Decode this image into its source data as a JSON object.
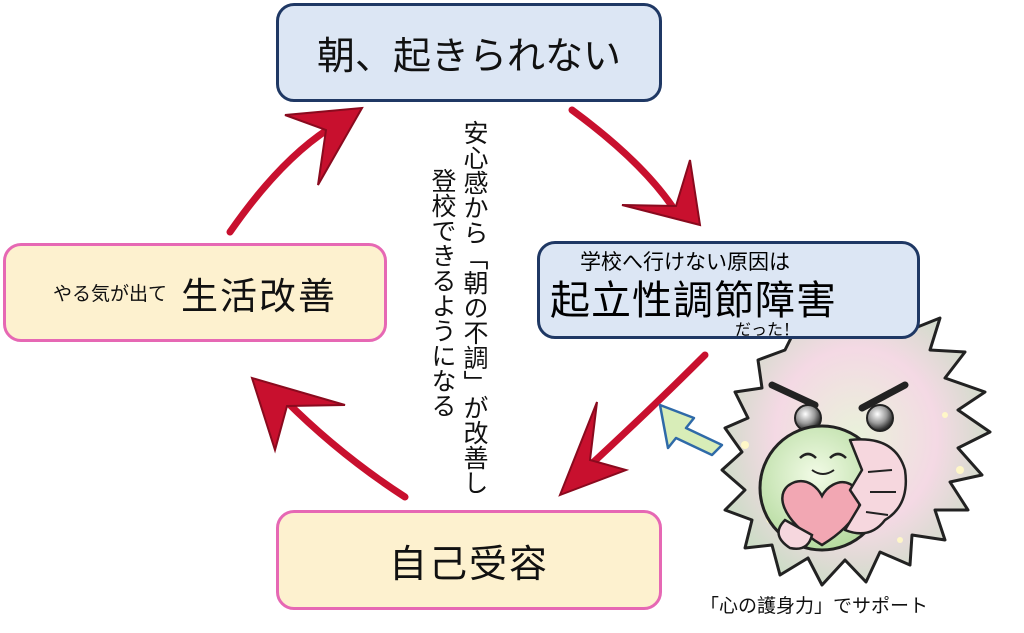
{
  "boxes": {
    "top": "朝、起きられない",
    "left_small": "やる気が出て",
    "left_big": "生活改善",
    "bottom": "自己受容",
    "right_line1": "学校へ行けない原因は",
    "right_line2": "起立性調節障害",
    "right_line3": "だった！"
  },
  "center_text": {
    "col1": "安心感から「朝の不調」が改善し",
    "col2": "登校できるようになる"
  },
  "caption": "「心の護身力」でサポート",
  "colors": {
    "arrow_red": "#c8102e",
    "blue_fill": "#dce6f4",
    "blue_border": "#1f3864",
    "cream_fill": "#fdf1cf",
    "pink_border": "#e668b4"
  }
}
